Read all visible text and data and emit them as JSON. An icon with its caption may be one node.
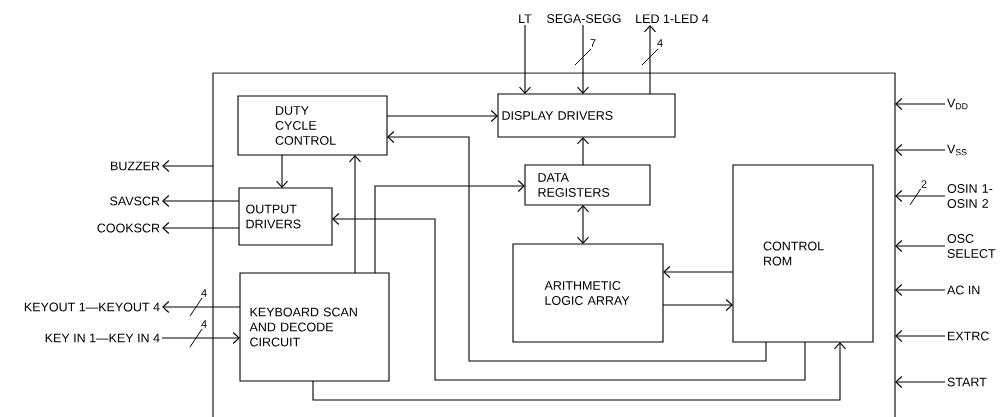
{
  "diagram": {
    "nodes": [
      {
        "text": [
          "LT"
        ]
      },
      {
        "text": [
          "SEGA-SEGG"
        ]
      },
      {
        "text": [
          "LED 1-LED 4"
        ]
      },
      {
        "text": [],
        "shape": "box"
      },
      {
        "text": [
          "DUTY CYCLE CONTROL"
        ],
        "in": 3
      },
      {
        "text": [
          "DISPLAY DRIVERS"
        ],
        "in": 3
      },
      {
        "text": [
          "DATA REGISTERS"
        ],
        "in": 3
      },
      {
        "text": [
          "OUTPUT DRIVERS"
        ],
        "in": 3
      },
      {
        "text": [
          "ARITHMETIC LOGIC ARRAY"
        ],
        "in": 3
      },
      {
        "text": [
          "CONTROL ROM"
        ],
        "in": 3
      },
      {
        "text": [
          "KEYBOARD SCAN AND DECODE CIRCUIT"
        ],
        "in": 3
      },
      {
        "text": [
          "BUZZER"
        ]
      },
      {
        "text": [
          "SAVSCR"
        ]
      },
      {
        "text": [
          "COOKSCR"
        ]
      },
      {
        "text": [
          "KEYOUT 1—KEYOUT 4"
        ]
      },
      {
        "text": [
          "KEY IN 1—KEY IN 4"
        ]
      },
      {
        "text": [
          "V$_{DD}$"
        ]
      },
      {
        "text": [
          "V$_{SS}$"
        ]
      },
      {
        "text": [
          "OSIN 1- OSIN 2"
        ]
      },
      {
        "text": [
          "OSC SELECT"
        ]
      },
      {
        "text": [
          "AC IN"
        ]
      },
      {
        "text": [
          "EXTRC"
        ]
      },
      {
        "text": [
          "START"
        ]
      }
    ],
    "edges": [
      {
        "from": 0,
        "to": 5,
        "arrow": "to"
      },
      {
        "from": 1,
        "to": 5,
        "arrow": "to",
        "label": "7"
      },
      {
        "from": 5,
        "to": 2,
        "arrow": "to",
        "label": "4"
      },
      {
        "from": 4,
        "to": 5,
        "arrow": "to"
      },
      {
        "from": 9,
        "to": 4,
        "arrow": "to"
      },
      {
        "from": 10,
        "to": 4,
        "arrow": "to"
      },
      {
        "from": 4,
        "to": 7,
        "arrow": "to"
      },
      {
        "from": 10,
        "to": 6,
        "arrow": "to"
      },
      {
        "from": 6,
        "to": 5,
        "arrow": "to"
      },
      {
        "from": 6,
        "to": 8,
        "arrow": "both"
      },
      {
        "from": 9,
        "to": 8,
        "arrow": "to"
      },
      {
        "from": 8,
        "to": 9,
        "arrow": "to"
      },
      {
        "from": 9,
        "to": 7,
        "arrow": "to"
      },
      {
        "from": 10,
        "to": 9,
        "arrow": "to"
      },
      {
        "from": 3,
        "to": 11,
        "arrow": "to"
      },
      {
        "from": 7,
        "to": 12,
        "arrow": "to"
      },
      {
        "from": 7,
        "to": 13,
        "arrow": "to"
      },
      {
        "from": 10,
        "to": 14,
        "arrow": "to",
        "label": "4"
      },
      {
        "from": 15,
        "to": 10,
        "arrow": "to",
        "label": "4"
      },
      {
        "from": 16,
        "to": 3,
        "arrow": "to"
      },
      {
        "from": 17,
        "to": 3,
        "arrow": "to"
      },
      {
        "from": 18,
        "to": 3,
        "arrow": "to",
        "label": "2"
      },
      {
        "from": 19,
        "to": 3,
        "arrow": "to"
      },
      {
        "from": 20,
        "to": 3,
        "arrow": "to"
      },
      {
        "from": 21,
        "to": 3,
        "arrow": "to"
      },
      {
        "from": 22,
        "to": 3,
        "arrow": "to"
      }
    ]
  }
}
